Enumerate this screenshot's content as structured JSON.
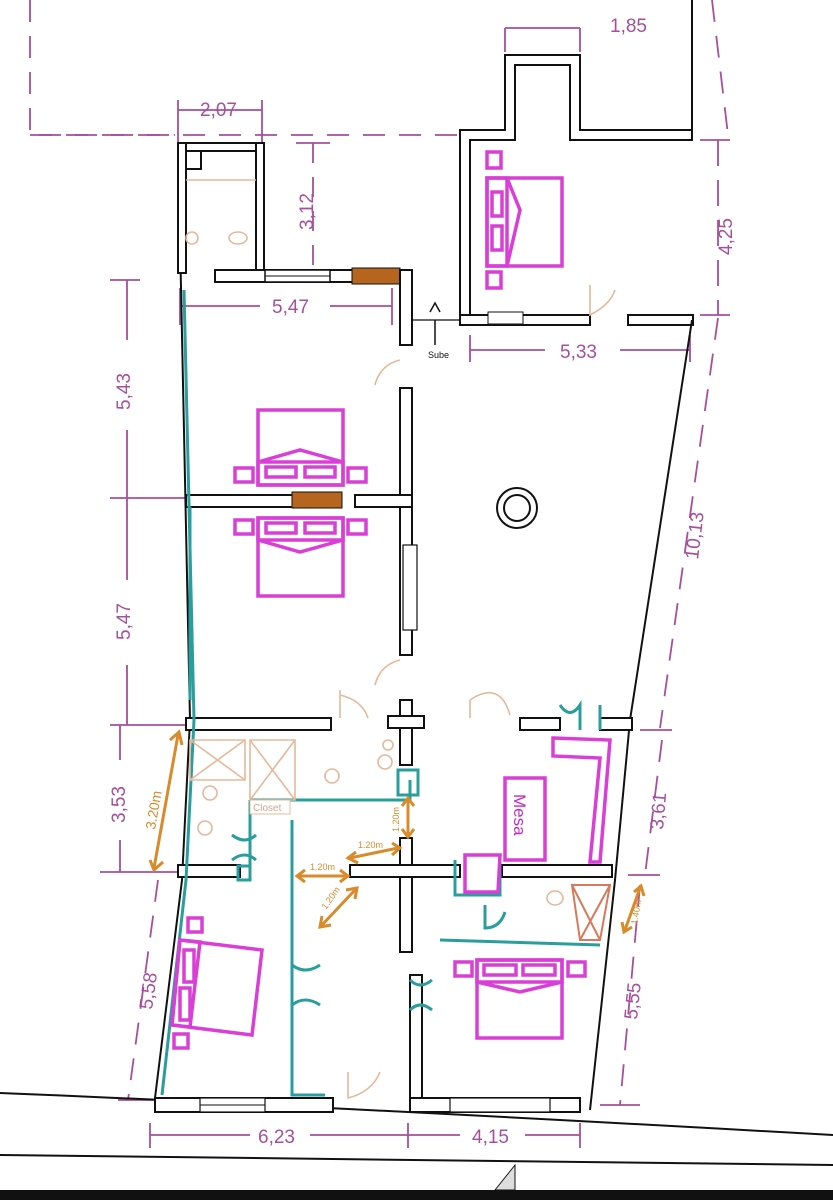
{
  "dimensions": {
    "d_185": "1,85",
    "d_207": "2,07",
    "d_312": "3,12",
    "d_425": "4,25",
    "d_547_top": "5,47",
    "d_533": "5,33",
    "d_543": "5,43",
    "d_1013": "10,13",
    "d_547_left": "5,47",
    "d_353": "3,53",
    "d_361": "3,61",
    "d_558": "5,58",
    "d_555": "5,55",
    "d_623": "6,23",
    "d_415": "4,15"
  },
  "annotations": {
    "h320": "3.20m",
    "a120_v": "1.20m",
    "a120_h": "1.20m",
    "a120_left": "1.20m",
    "a120_diag": "1.20m",
    "a140": "1.40m"
  },
  "labels": {
    "sube": "Sube",
    "closet": "Closet",
    "mesa": "Mesa"
  },
  "colors": {
    "dimension": "#a64f9c",
    "furniture": "#d93fd6",
    "partition": "#2a9d9d",
    "accessibility": "#d98a2b",
    "beam": "#b5651d"
  }
}
